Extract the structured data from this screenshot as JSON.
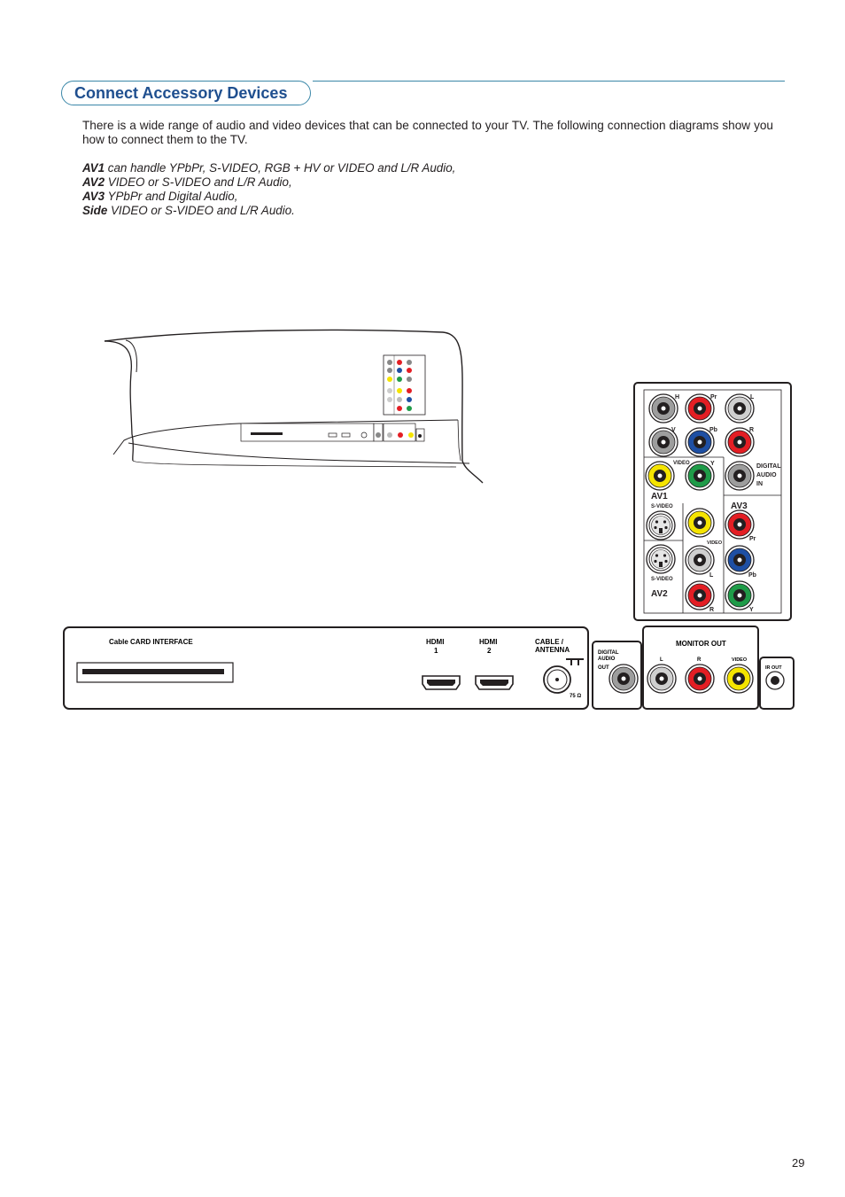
{
  "page": {
    "title": "Connect Accessory Devices",
    "intro": "There is a wide range of audio and video devices that can be connected to your TV. The following connection diagrams show you how to connect them to the TV.",
    "av_lines": [
      {
        "key": "AV1",
        "text": " can handle YPbPr, S-VIDEO, RGB + HV or VIDEO and L/R Audio,"
      },
      {
        "key": "AV2",
        "text": " VIDEO or S-VIDEO and L/R Audio,"
      },
      {
        "key": "AV3",
        "text": " YPbPr and Digital Audio,"
      },
      {
        "key": "Side",
        "text": " VIDEO or S-VIDEO and L/R Audio."
      }
    ],
    "page_number": "29"
  },
  "panel": {
    "h": "H",
    "pr": "Pr",
    "l": "L",
    "v": "V",
    "pb": "Pb",
    "r": "R",
    "video": "VIDEO",
    "y": "Y",
    "digital_audio_in": [
      "DIGITAL",
      "AUDIO",
      "IN"
    ],
    "av1": "AV1",
    "av2": "AV2",
    "av3": "AV3",
    "svideo": "S-VIDEO"
  },
  "bottom": {
    "cable_card": "Cable CARD INTERFACE",
    "hdmi1": [
      "HDMI",
      "1"
    ],
    "hdmi2": [
      "HDMI",
      "2"
    ],
    "cable_antenna": [
      "CABLE /",
      "ANTENNA"
    ],
    "ohm": "75 Ω",
    "digital_audio_out": [
      "DIGITAL",
      "AUDIO",
      "OUT"
    ],
    "monitor_out": "MONITOR OUT",
    "mo_l": "L",
    "mo_r": "R",
    "mo_video": "VIDEO",
    "ir_out": "IR OUT"
  },
  "colors": {
    "accent": "#3a87a8",
    "title": "#1f4f8f",
    "red": "#e31e24",
    "blue": "#1e4fa3",
    "green": "#1f9b48",
    "yellow": "#f5e400",
    "grey": "#9d9d9d"
  }
}
